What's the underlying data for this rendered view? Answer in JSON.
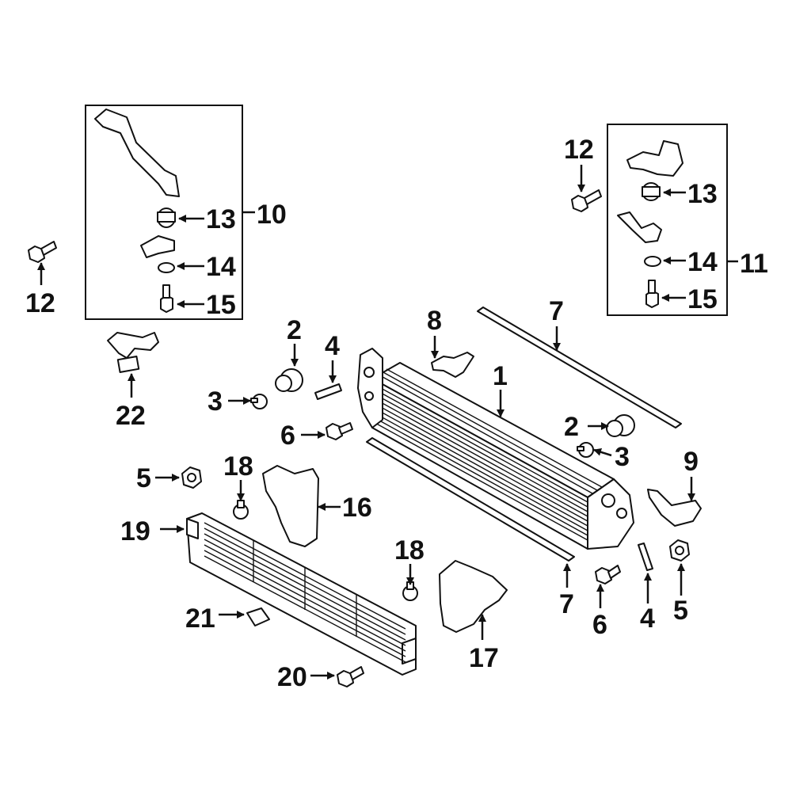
{
  "callouts": {
    "n1": "1",
    "n2a": "2",
    "n2b": "2",
    "n3a": "3",
    "n3b": "3",
    "n4a": "4",
    "n4b": "4",
    "n5a": "5",
    "n5b": "5",
    "n6a": "6",
    "n6b": "6",
    "n7a": "7",
    "n7b": "7",
    "n8": "8",
    "n9": "9",
    "n10": "10",
    "n11": "11",
    "n12a": "12",
    "n12b": "12",
    "n13a": "13",
    "n13b": "13",
    "n14a": "14",
    "n14b": "14",
    "n15a": "15",
    "n15b": "15",
    "n16": "16",
    "n17": "17",
    "n18a": "18",
    "n18b": "18",
    "n19": "19",
    "n20": "20",
    "n21": "21",
    "n22": "22"
  }
}
